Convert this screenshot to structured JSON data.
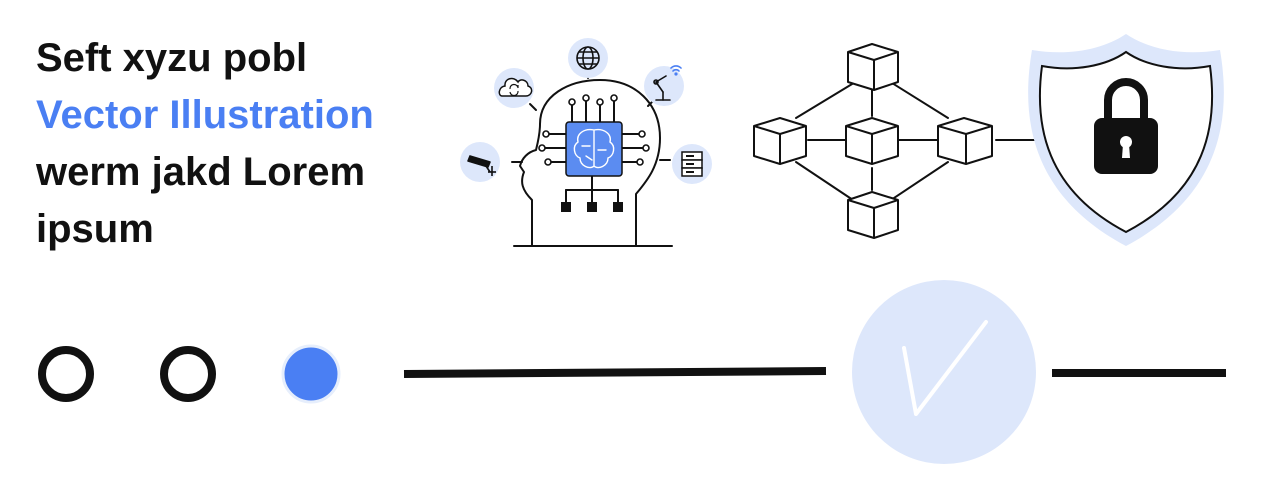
{
  "headline": {
    "line1": "Seft xyzu pobl",
    "line2": "Vector Illustration",
    "line3": "werm jakd Lorem",
    "line4": "ipsum"
  },
  "colors": {
    "accent": "#4a7ff3",
    "light_accent": "#dde7fb",
    "ink": "#111111",
    "chip": "#5b8cf1"
  },
  "icons": {
    "brain_head": "ai-head-icon",
    "globe": "globe-icon",
    "cloud": "cloud-sync-icon",
    "robot_arm": "robot-arm-icon",
    "camera": "security-camera-icon",
    "server": "server-icon",
    "network": "blockchain-network-icon",
    "shield": "shield-lock-icon",
    "check": "checkmark-icon"
  },
  "progress": {
    "steps_total": 3,
    "active_step": 3
  }
}
